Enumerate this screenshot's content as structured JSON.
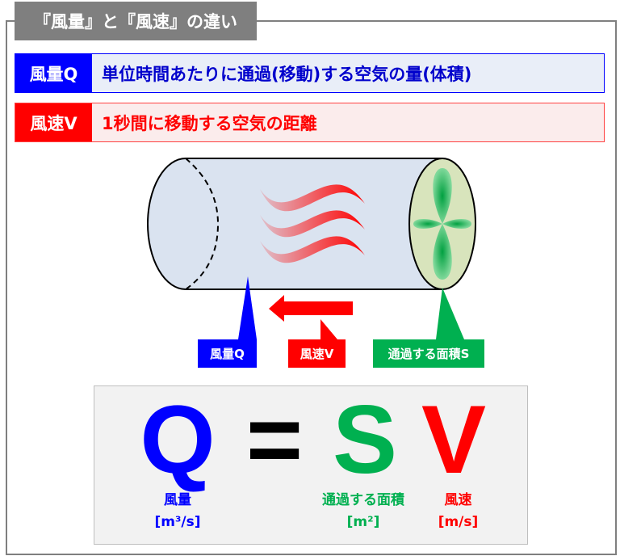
{
  "title": "『風量』と『風速』の違い",
  "rows": [
    {
      "label": "風量Q",
      "text": "単位時間あたりに通過(移動)する空気の量(体積)"
    },
    {
      "label": "風速V",
      "text": "1秒間に移動する空気の距離"
    }
  ],
  "callouts": {
    "q": "風量Q",
    "v": "風速V",
    "s": "通過する面積S"
  },
  "formula": {
    "q": "Q",
    "eq": "=",
    "s": "S",
    "v": "V",
    "q_name": "風量",
    "q_unit": "[m³/s]",
    "s_name": "通過する面積",
    "s_unit": "[m²]",
    "v_name": "風速",
    "v_unit": "[m/s]"
  },
  "colors": {
    "blue": "#0000ff",
    "red": "#ff0000",
    "green": "#00b050",
    "gray": "#7f7f7f"
  }
}
